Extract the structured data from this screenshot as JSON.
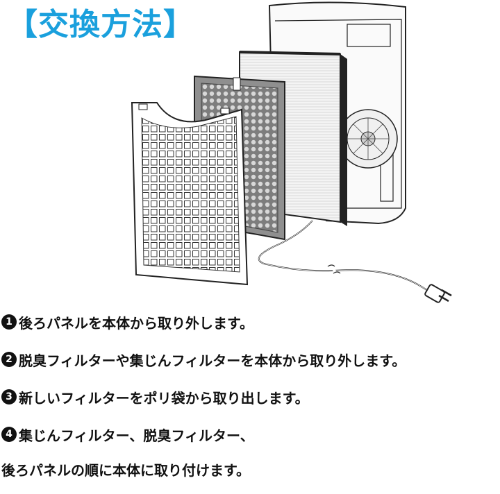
{
  "title": "【交換方法】",
  "steps": [
    {
      "num": "1",
      "text": "後ろパネルを本体から取り外します。"
    },
    {
      "num": "2",
      "text": "脱臭フィルターや集じんフィルターを本体から取り外します。"
    },
    {
      "num": "3",
      "text": "新しいフィルターをポリ袋から取り出します。"
    },
    {
      "num": "4",
      "text": "集じんフィルター、脱臭フィルター、"
    }
  ],
  "step4_continuation": "後ろパネルの順に本体に取り付けます。",
  "colors": {
    "title": "#1aa0dd",
    "text": "#111111",
    "line": "#222222",
    "filter_gray": "#9a9a9a"
  }
}
